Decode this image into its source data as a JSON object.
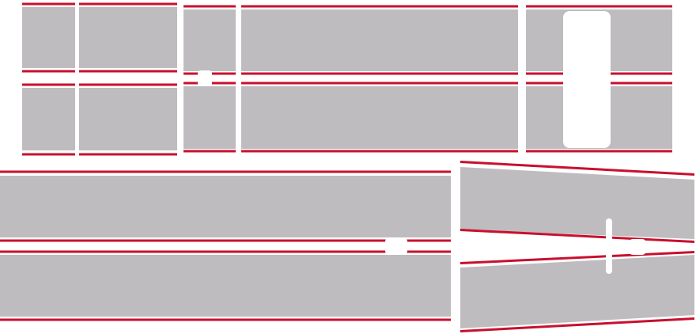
{
  "colors": {
    "panel": "#bebcbf",
    "stripe": "#c8102e",
    "background": "#ffffff"
  },
  "pieces": [
    "panel-1",
    "panel-2",
    "panel-3",
    "panel-4",
    "panel-5",
    "panel-6",
    "panel-7"
  ]
}
